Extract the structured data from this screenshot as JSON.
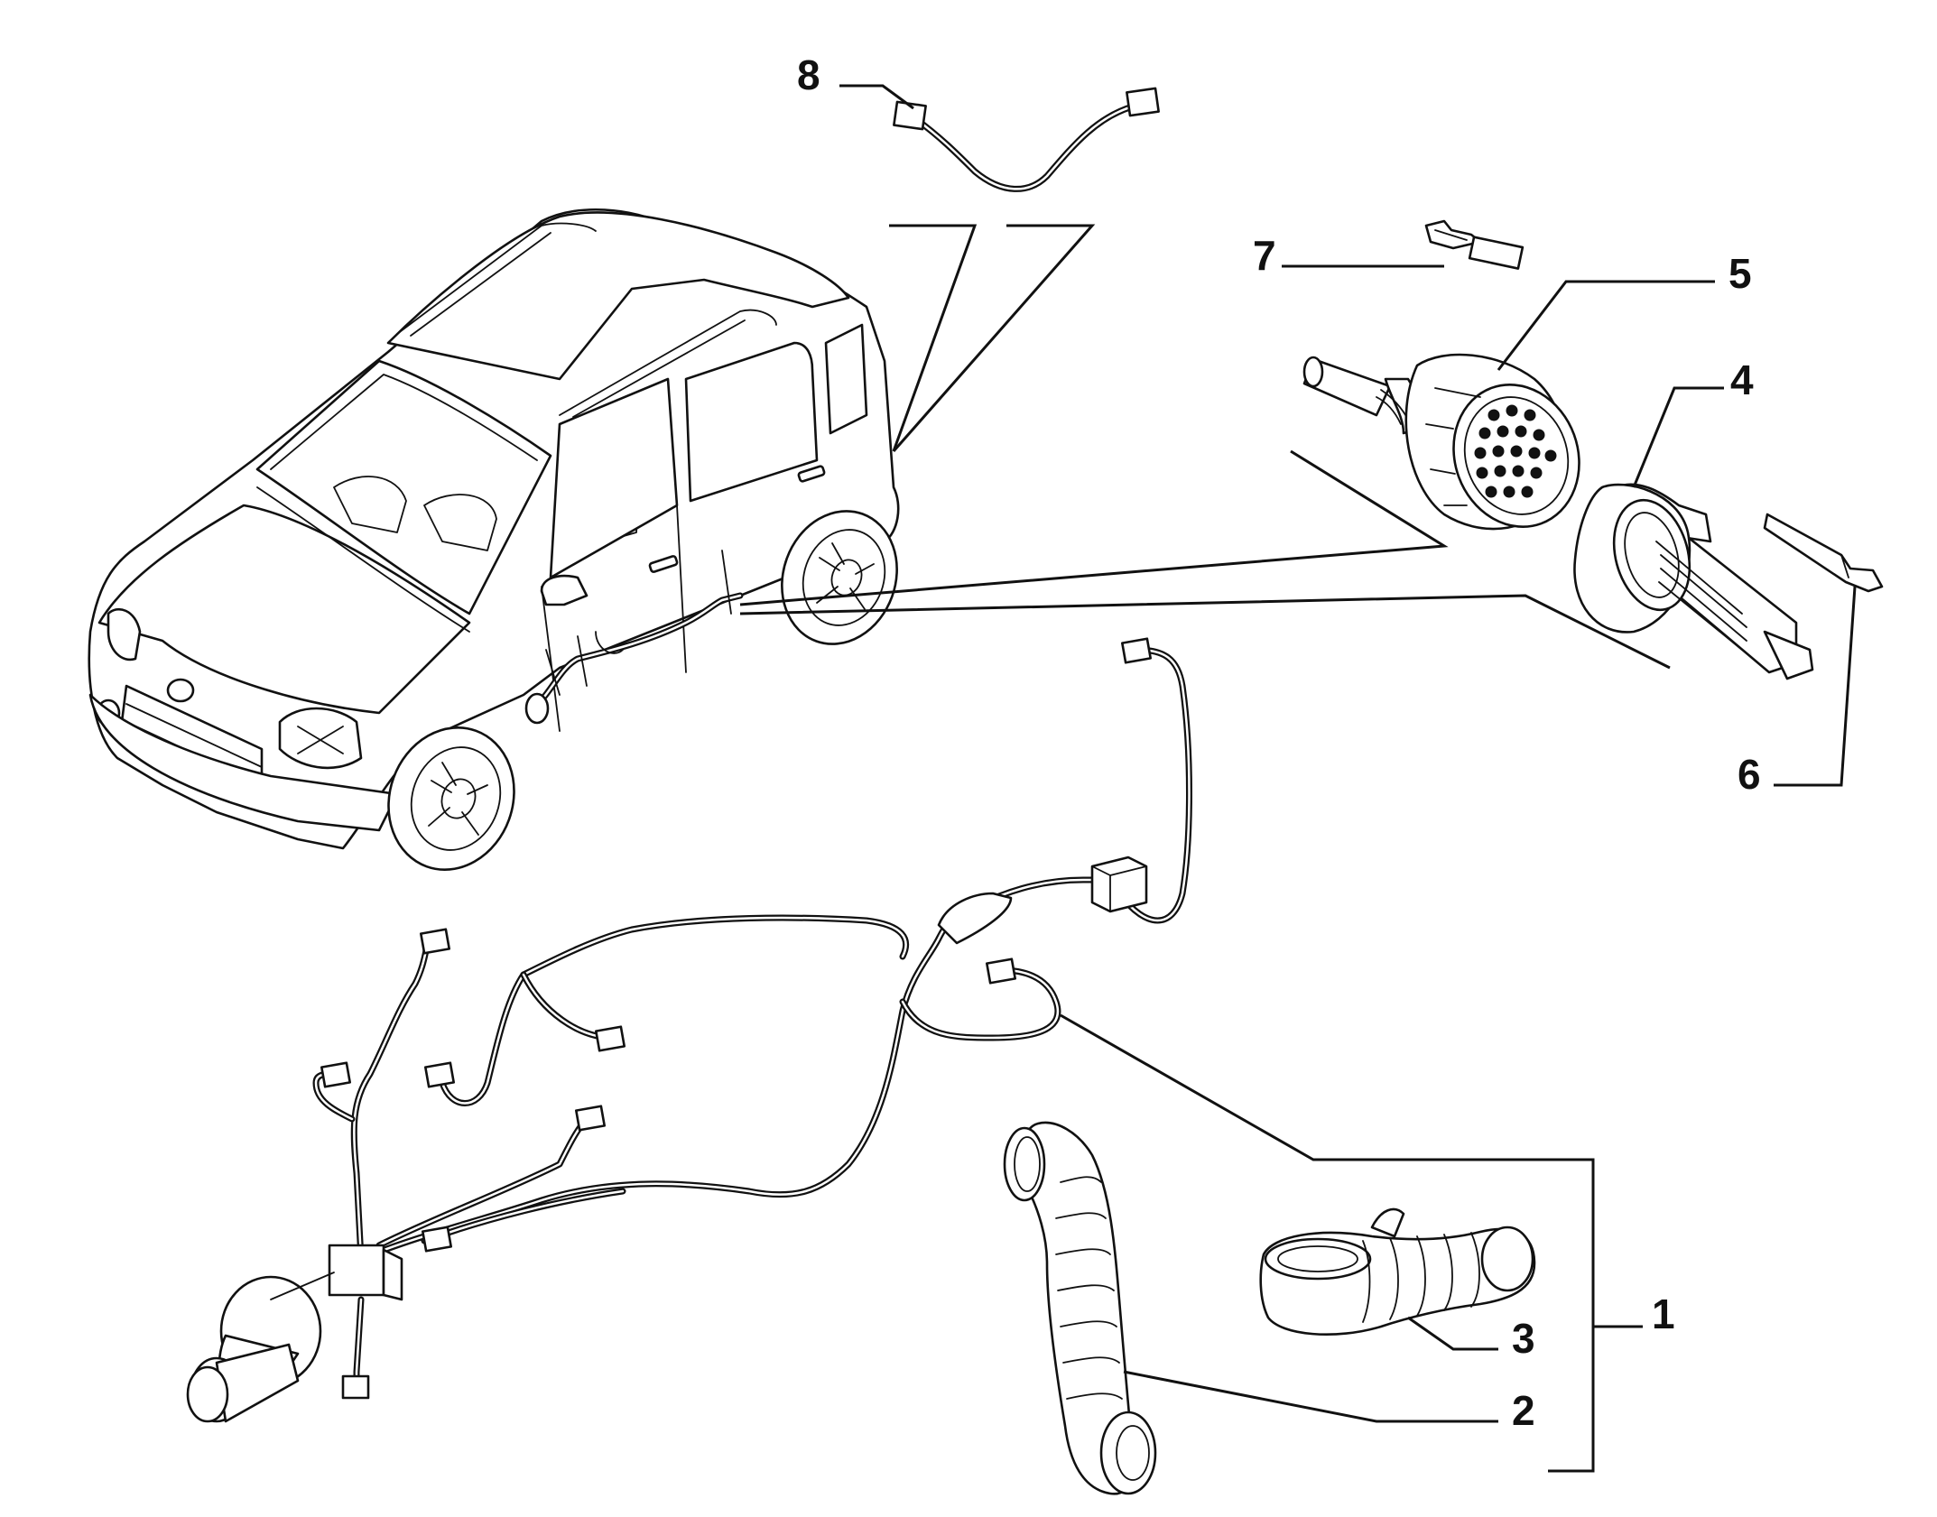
{
  "callouts": {
    "c1": "1",
    "c2": "2",
    "c3": "3",
    "c4": "4",
    "c5": "5",
    "c6": "6",
    "c7": "7",
    "c8": "8"
  },
  "icons": {
    "car": "car-drawing",
    "harness": "wiring-harness",
    "connector_plug": "round-multipin-connector",
    "connector_socket": "round-socket-connector",
    "terminal": "crimp-terminal",
    "grommet": "rubber-grommet"
  }
}
